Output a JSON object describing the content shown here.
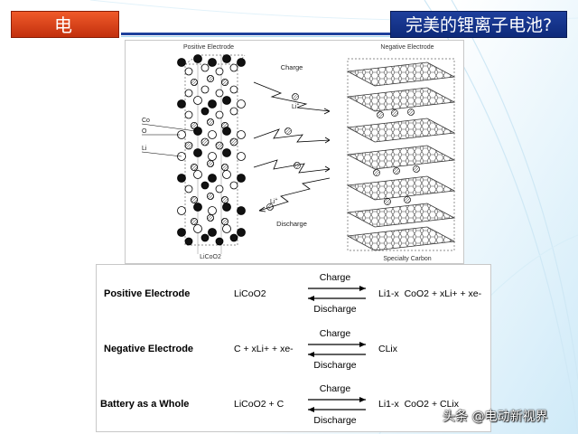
{
  "header": {
    "left_title": "电　池",
    "right_title": "完美的锂离子电池?"
  },
  "figure": {
    "positive_label": "Positive Electrode",
    "negative_label": "Negative Electrode",
    "charge_label": "Charge",
    "discharge_label": "Discharge",
    "li_ion_label": "Li",
    "li_ion_sup": "+",
    "legend": {
      "co": "Co",
      "o": "O",
      "li": "Li"
    },
    "licoo2_caption": "LiCoO2",
    "carbon_caption": "Specialty Carbon"
  },
  "equations": {
    "rows": [
      {
        "name": "Positive Electrode",
        "left": "LiCoO2",
        "charge": "Charge",
        "discharge": "Discharge",
        "right": "Li1-x  CoO2 + xLi+ + xe-"
      },
      {
        "name": "Negative Electrode",
        "left": "C + xLi+ + xe-",
        "charge": "Charge",
        "discharge": "Discharge",
        "right": "CLix"
      },
      {
        "name": "Battery as a Whole",
        "left": "LiCoO2 + C",
        "charge": "Charge",
        "discharge": "Discharge",
        "right": "Li1-x  CoO2 + CLix"
      }
    ]
  },
  "watermark": "头条 @电动新视界",
  "colors": {
    "orange": "#d9441a",
    "navy": "#163488",
    "light_blue": "#cfeaf8"
  }
}
